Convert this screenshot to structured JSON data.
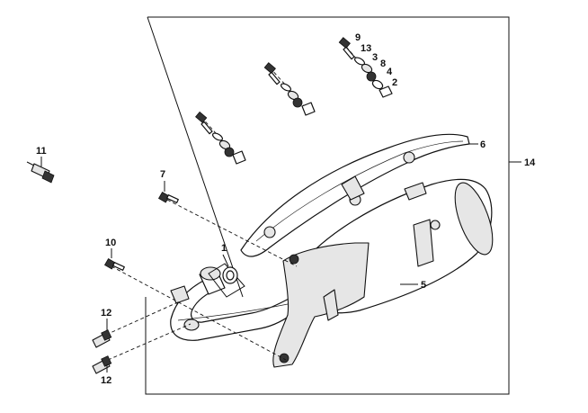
{
  "diagram": {
    "labels": [
      {
        "id": "label-1",
        "text": "1"
      },
      {
        "id": "label-2",
        "text": "2"
      },
      {
        "id": "label-3",
        "text": "3"
      },
      {
        "id": "label-4",
        "text": "4"
      },
      {
        "id": "label-5",
        "text": "5"
      },
      {
        "id": "label-6",
        "text": "6"
      },
      {
        "id": "label-7",
        "text": "7"
      },
      {
        "id": "label-8",
        "text": "8"
      },
      {
        "id": "label-9",
        "text": "9"
      },
      {
        "id": "label-10",
        "text": "10"
      },
      {
        "id": "label-11",
        "text": "11"
      },
      {
        "id": "label-12a",
        "text": "12"
      },
      {
        "id": "label-12b",
        "text": "12"
      },
      {
        "id": "label-13",
        "text": "13"
      },
      {
        "id": "label-14",
        "text": "14"
      }
    ]
  }
}
